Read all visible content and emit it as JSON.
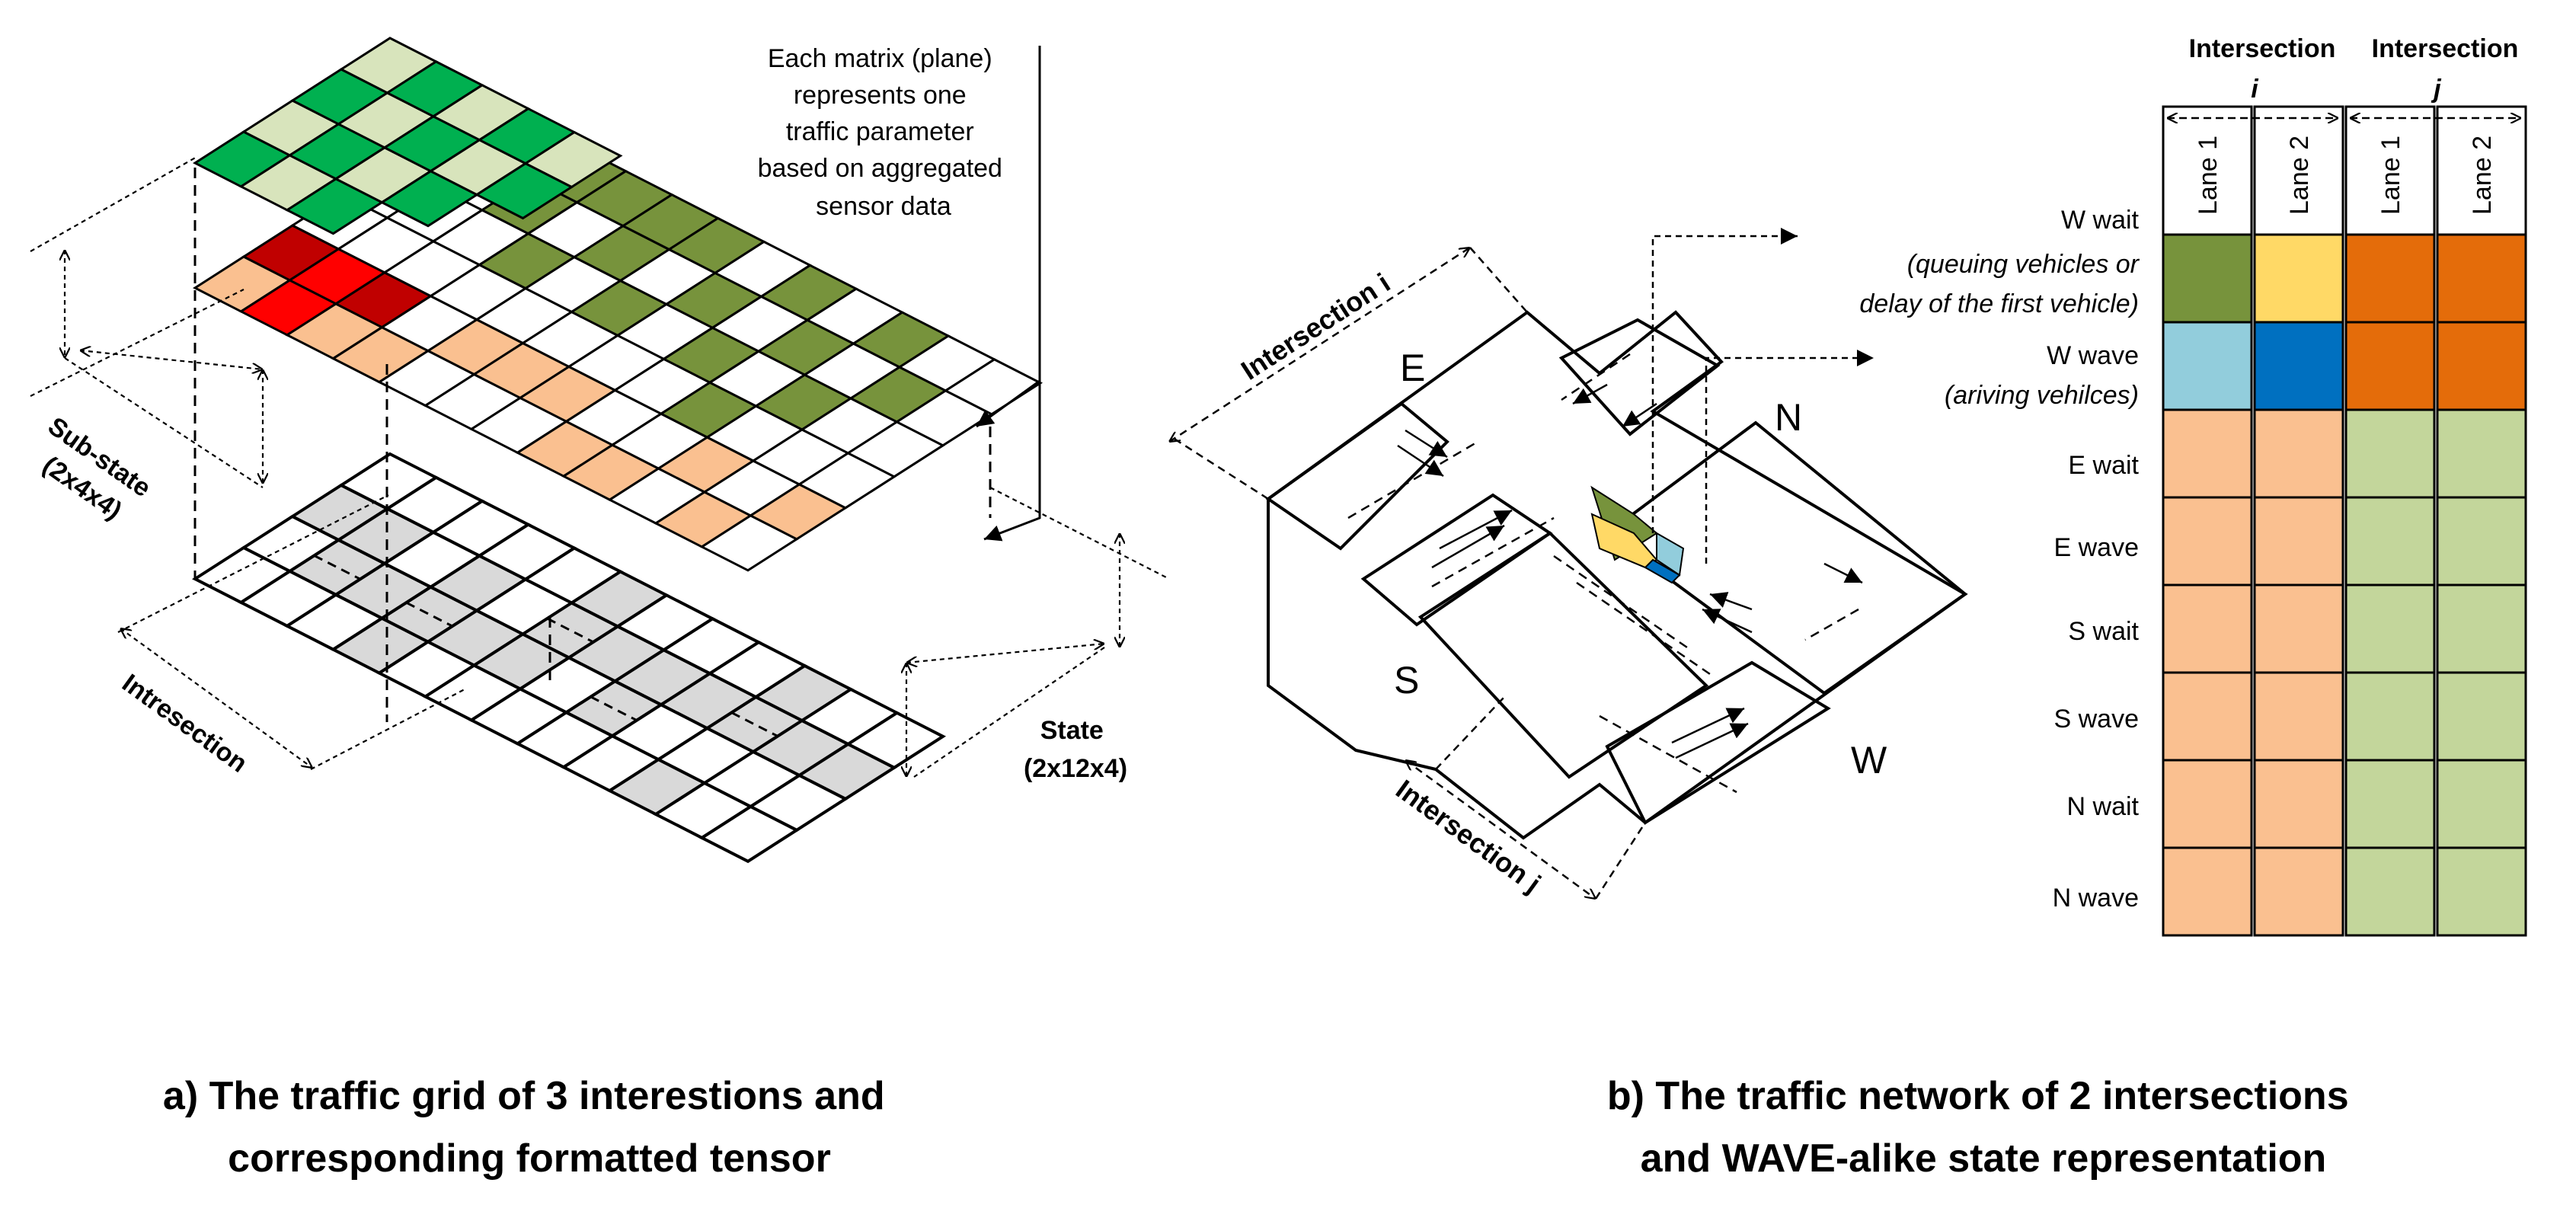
{
  "panel_a": {
    "annotation_lines": [
      "Each matrix (plane)",
      "represents one",
      "traffic parameter",
      "based on aggregated",
      "sensor data"
    ],
    "substate_lines": [
      "Sub-state",
      "(2x4x4)"
    ],
    "intersection_label": "Intresection",
    "state_lines": [
      "State",
      "(2x12x4)"
    ],
    "caption_lines": [
      "a) The traffic grid of 3 interestions and",
      "corresponding formatted tensor"
    ],
    "colors": {
      "green": "#00b050",
      "pale_green": "#d8e4bc",
      "olive": "#77933c",
      "peach": "#fac090",
      "red": "#ff0000",
      "dark_red": "#c00000",
      "road_gray": "#d9d9d9"
    }
  },
  "panel_b": {
    "intersection_i_label": "Intersection i",
    "intersection_j_label": "Intersection j",
    "directions": {
      "e": "E",
      "n": "N",
      "s": "S",
      "w": "W"
    },
    "caption_lines": [
      "b) The traffic network of 2 intersections",
      "and WAVE-alike state representation"
    ]
  },
  "state_table": {
    "group_labels": [
      {
        "title": "Intersection",
        "sub": "i"
      },
      {
        "title": "Intersection",
        "sub": "j"
      }
    ],
    "lane_labels": [
      "Lane 1",
      "Lane 2",
      "Lane 1",
      "Lane 2"
    ],
    "rows": [
      {
        "label": "W wait",
        "note": [
          "(queuing vehicles or",
          "delay of the first vehicle)"
        ]
      },
      {
        "label": "W  wave",
        "note": [
          "(ariving vehilces)"
        ]
      },
      {
        "label": "E wait"
      },
      {
        "label": "E wave"
      },
      {
        "label": "S wait"
      },
      {
        "label": "S wave"
      },
      {
        "label": "N wait"
      },
      {
        "label": "N wave"
      }
    ],
    "cell_colors": [
      [
        "#77933c",
        "#ffd966",
        "#e46c0a",
        "#e46c0a"
      ],
      [
        "#92cddc",
        "#0070c0",
        "#e46c0a",
        "#e46c0a"
      ],
      [
        "#fac090",
        "#fac090",
        "#c3d69b",
        "#c3d69b"
      ],
      [
        "#fac090",
        "#fac090",
        "#c3d69b",
        "#c3d69b"
      ],
      [
        "#fac090",
        "#fac090",
        "#c3d69b",
        "#c3d69b"
      ],
      [
        "#fac090",
        "#fac090",
        "#c3d69b",
        "#c3d69b"
      ],
      [
        "#fac090",
        "#fac090",
        "#c3d69b",
        "#c3d69b"
      ],
      [
        "#fac090",
        "#fac090",
        "#c3d69b",
        "#c3d69b"
      ]
    ]
  }
}
